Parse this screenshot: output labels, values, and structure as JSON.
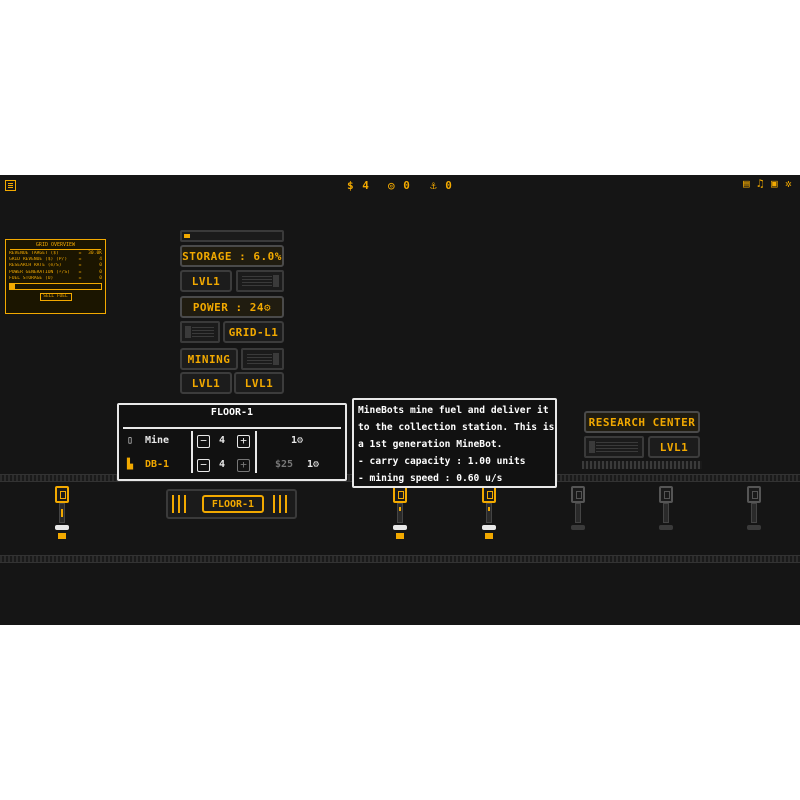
{
  "resources": {
    "money": "4",
    "research": "0",
    "fuel": "0"
  },
  "top_icons": {
    "left": "menu-icon",
    "right": [
      "log-icon",
      "music-icon",
      "save-icon",
      "settings-icon"
    ]
  },
  "grid_overview": {
    "title": "GRID OVERVIEW",
    "rows": [
      {
        "label": "REVENUE TARGET ($)",
        "value": "30.0K"
      },
      {
        "label": "GRID REVENUE ($) (P/)",
        "value": "4"
      },
      {
        "label": "RESEARCH RATE (⊙/S)",
        "value": "0"
      },
      {
        "label": "POWER GENERATION (⚡/S)",
        "value": "0"
      },
      {
        "label": "FUEL STORAGE (U)",
        "value": "0"
      }
    ],
    "progress": 0.06,
    "sell_label": "SELL FUEL"
  },
  "building": {
    "storage_progress": 0.06,
    "storage_label": "STORAGE : 6.0%",
    "storage_level": "LVL1",
    "power_label": "POWER : 24",
    "grid_label": "GRID-L1",
    "mining_label": "MINING",
    "mining_level_a": "LVL1",
    "mining_level_b": "LVL1"
  },
  "floor_popup": {
    "title": "FLOOR-1",
    "row1_name": "Mine",
    "row1_count": "4",
    "row1_cost": "1",
    "row2_name": "DB-1",
    "row2_count": "4",
    "row2_price": "$25",
    "row2_cost": "1"
  },
  "tooltip": {
    "lines": [
      "MineBots mine fuel and deliver it",
      "to the collection station. This is",
      "a 1st generation MineBot.",
      "- carry capacity : 1.00 units",
      "- mining speed : 0.60 u/s"
    ]
  },
  "research_center": {
    "title": "RESEARCH CENTER",
    "level": "LVL1"
  },
  "floor_selector": {
    "label": "FLOOR-1"
  },
  "colors": {
    "accent": "#f2a900",
    "background": "#151515",
    "border": "#e8e8e8"
  }
}
